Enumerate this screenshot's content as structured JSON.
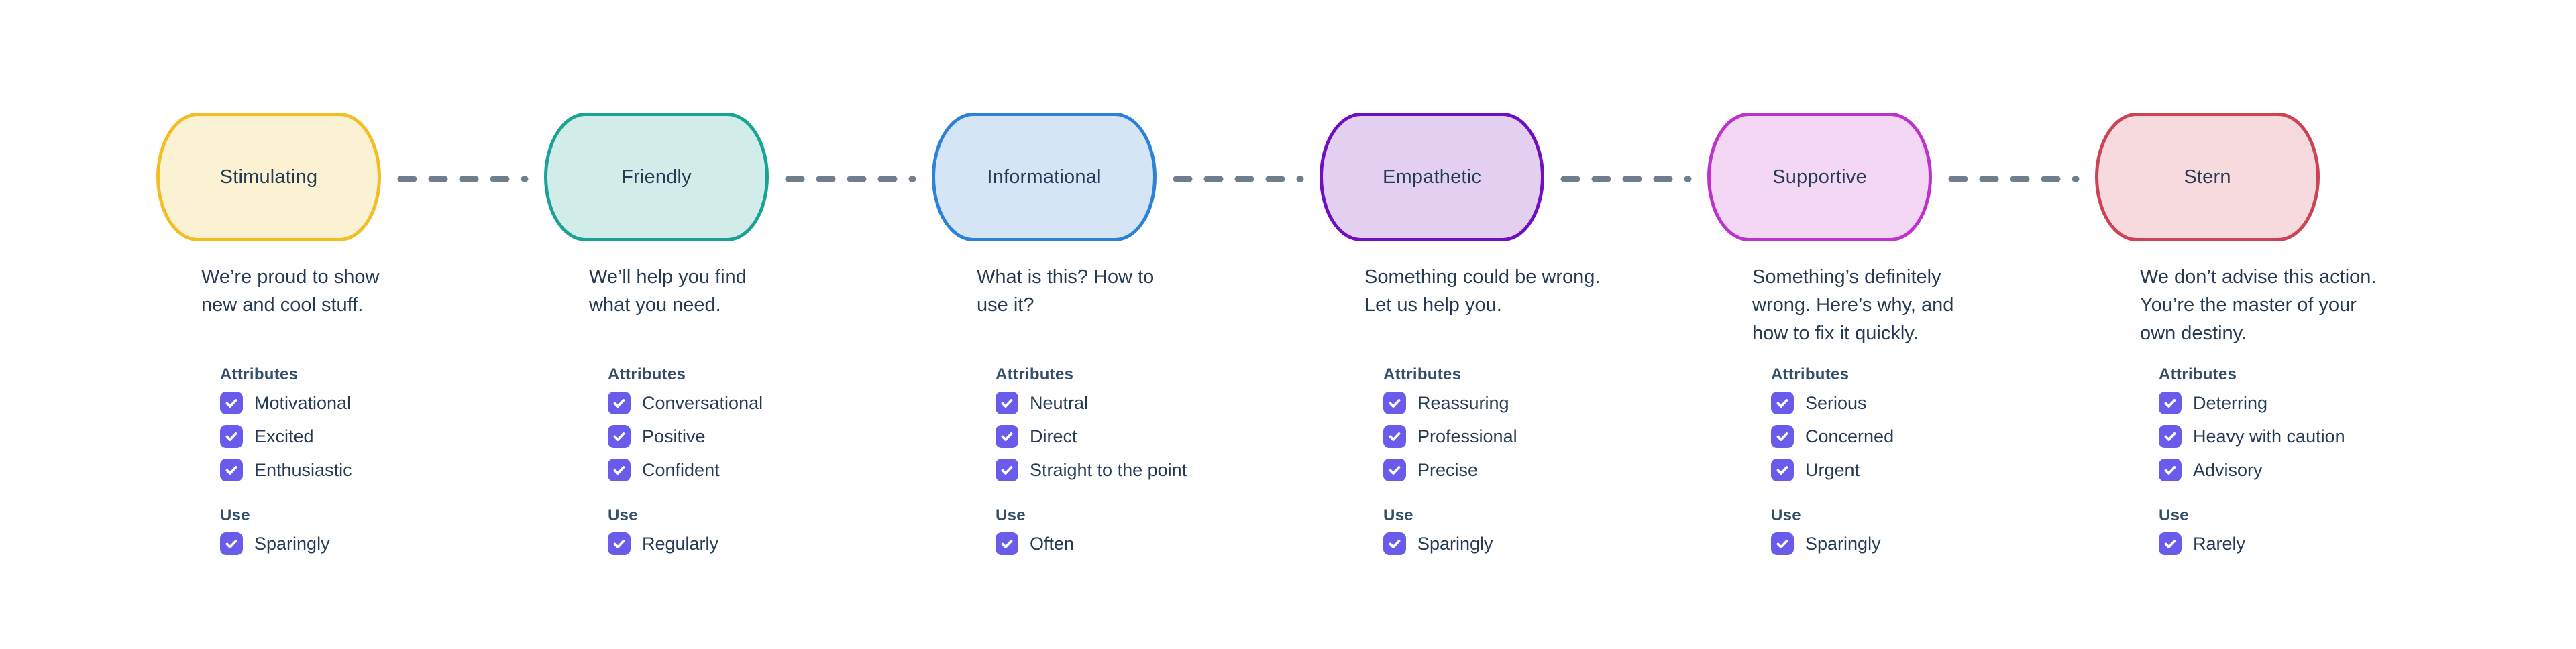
{
  "text_color": "#243B53",
  "header_color": "#334E68",
  "checkbox_color": "#695CEB",
  "connector": {
    "color": "#6F7D8C",
    "style": "dashed"
  },
  "columns": [
    {
      "label": "Stimulating",
      "description": "We’re proud to show\nnew and cool stuff.",
      "colors": {
        "border": "#F2BE24",
        "fill": "#FBF1D3"
      },
      "attributes_header": "Attributes",
      "attributes": [
        {
          "label": "Motivational",
          "checked": true
        },
        {
          "label": "Excited",
          "checked": true
        },
        {
          "label": "Enthusiastic",
          "checked": true
        }
      ],
      "use_header": "Use",
      "use": [
        {
          "label": "Sparingly",
          "checked": true
        }
      ]
    },
    {
      "label": "Friendly",
      "description": "We’ll help you find\nwhat you need.",
      "colors": {
        "border": "#19A392",
        "fill": "#D2EDE9"
      },
      "attributes_header": "Attributes",
      "attributes": [
        {
          "label": "Conversational",
          "checked": true
        },
        {
          "label": "Positive",
          "checked": true
        },
        {
          "label": "Confident",
          "checked": true
        }
      ],
      "use_header": "Use",
      "use": [
        {
          "label": "Regularly",
          "checked": true
        }
      ]
    },
    {
      "label": "Informational",
      "description": "What is this? How to\nuse it?",
      "colors": {
        "border": "#2C82D6",
        "fill": "#D5E5F6"
      },
      "attributes_header": "Attributes",
      "attributes": [
        {
          "label": "Neutral",
          "checked": true
        },
        {
          "label": "Direct",
          "checked": true
        },
        {
          "label": "Straight to the point",
          "checked": true
        }
      ],
      "use_header": "Use",
      "use": [
        {
          "label": "Often",
          "checked": true
        }
      ]
    },
    {
      "label": "Empathetic",
      "description": "Something could be wrong.\nLet us help you.",
      "colors": {
        "border": "#6E10BF",
        "fill": "#E3D0F0"
      },
      "attributes_header": "Attributes",
      "attributes": [
        {
          "label": "Reassuring",
          "checked": true
        },
        {
          "label": "Professional",
          "checked": true
        },
        {
          "label": "Precise",
          "checked": true
        }
      ],
      "use_header": "Use",
      "use": [
        {
          "label": "Sparingly",
          "checked": true
        }
      ]
    },
    {
      "label": "Supportive",
      "description": "Something’s definitely\nwrong. Here’s why, and\nhow to fix it quickly.",
      "colors": {
        "border": "#BD32CD",
        "fill": "#F3D7F4"
      },
      "attributes_header": "Attributes",
      "attributes": [
        {
          "label": "Serious",
          "checked": true
        },
        {
          "label": "Concerned",
          "checked": true
        },
        {
          "label": "Urgent",
          "checked": true
        }
      ],
      "use_header": "Use",
      "use": [
        {
          "label": "Sparingly",
          "checked": true
        }
      ]
    },
    {
      "label": "Stern",
      "description": "We don’t advise this action.\nYou’re the master of your\nown destiny.",
      "colors": {
        "border": "#CD4255",
        "fill": "#F7DADE"
      },
      "attributes_header": "Attributes",
      "attributes": [
        {
          "label": "Deterring",
          "checked": true
        },
        {
          "label": "Heavy with caution",
          "checked": true
        },
        {
          "label": "Advisory",
          "checked": true
        }
      ],
      "use_header": "Use",
      "use": [
        {
          "label": "Rarely",
          "checked": true
        }
      ]
    }
  ]
}
